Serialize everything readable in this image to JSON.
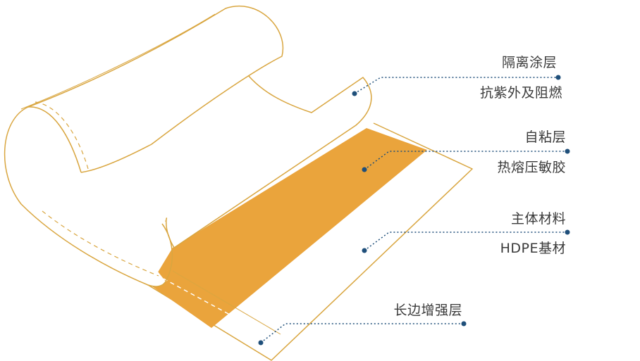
{
  "colors": {
    "outline": "#d9a640",
    "adhesive_fill": "#eaa43c",
    "leader": "#1f4f7a",
    "text": "#3a3a3a"
  },
  "layers": [
    {
      "title": "隔离涂层",
      "subtitle": "抗紫外及阻燃"
    },
    {
      "title": "自粘层",
      "subtitle": "热熔压敏胶"
    },
    {
      "title": "主体材料",
      "subtitle": "HDPE基材"
    },
    {
      "title": "长边增强层",
      "subtitle": ""
    }
  ]
}
